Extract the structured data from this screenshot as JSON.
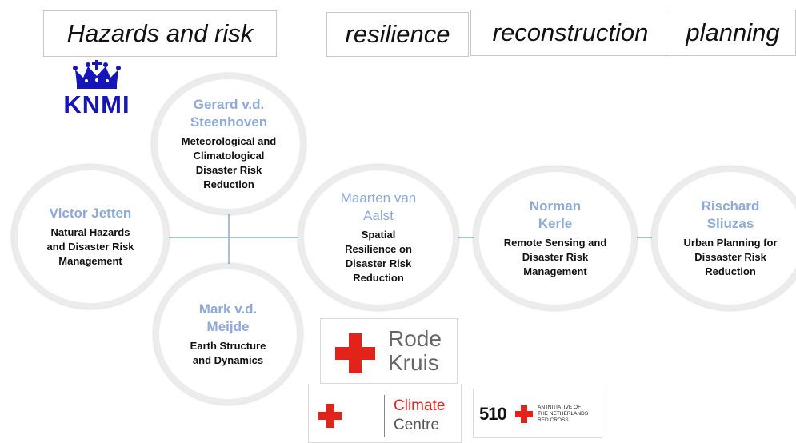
{
  "headers": [
    {
      "key": "hazards",
      "label": "Hazards and risk"
    },
    {
      "key": "resilience",
      "label": "resilience"
    },
    {
      "key": "reconstruction",
      "label": "reconstruction"
    },
    {
      "key": "planning",
      "label": "planning"
    }
  ],
  "people": {
    "gerard": {
      "name": "Gerard v.d. Steenhoven",
      "role": "Meteorological and Climatological Disaster Risk Reduction"
    },
    "victor": {
      "name": "Victor Jetten",
      "role": "Natural Hazards and Disaster Risk Management"
    },
    "mark": {
      "name": "Mark v.d. Meijde",
      "role": "Earth Structure and Dynamics"
    },
    "maarten": {
      "name": "Maarten van Aalst",
      "role": "Spatial Resilience on Disaster Risk Reduction"
    },
    "norman": {
      "name": "Norman Kerle",
      "role": "Remote Sensing and Disaster Risk Management"
    },
    "rischard": {
      "name": "Rischard Sliuzas",
      "role": "Urban Planning for Dissaster Risk Reduction"
    }
  },
  "logos": {
    "knmi": {
      "text": "KNMI"
    },
    "rode_kruis": {
      "line1": "Rode",
      "line2": "Kruis"
    },
    "climate_centre": {
      "line1": "Climate",
      "line2": "Centre"
    },
    "five_ten": {
      "number": "510",
      "tagline1": "AN INITIATIVE OF",
      "tagline2": "THE NETHERLANDS",
      "tagline3": "RED CROSS"
    }
  },
  "colors": {
    "name_blue": "#8eaad6",
    "connector": "#a9c0dc",
    "red_cross": "#e2231a",
    "knmi_blue": "#1515b8"
  }
}
